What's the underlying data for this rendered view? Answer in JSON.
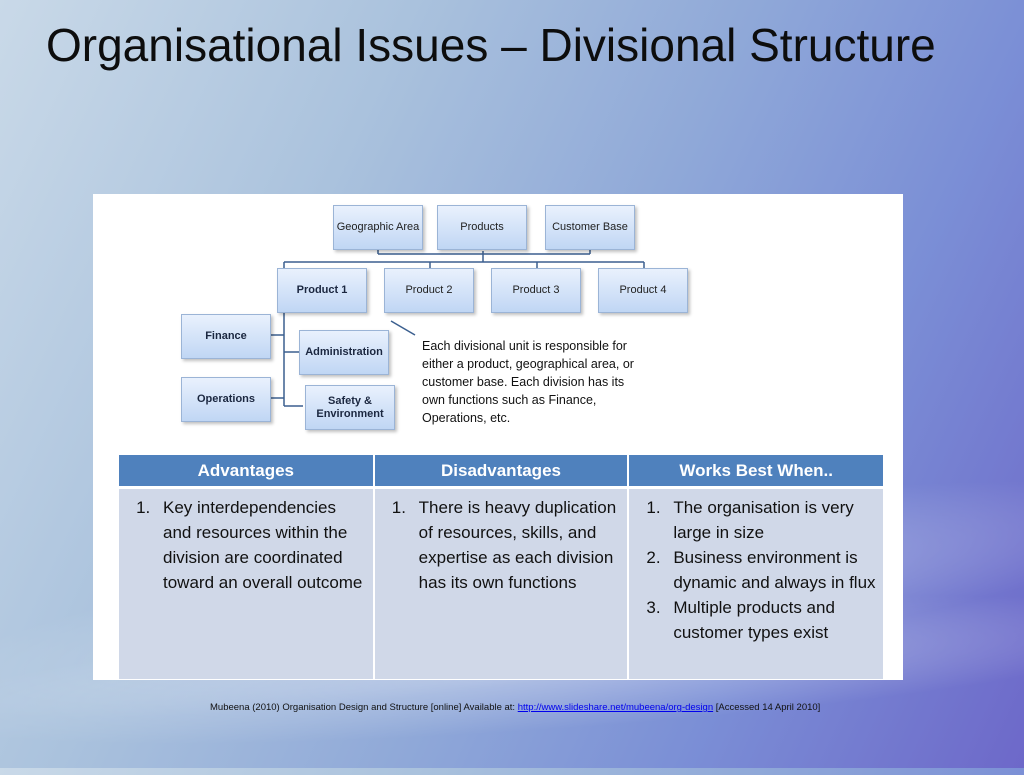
{
  "slide": {
    "title": "Organisational Issues – Divisional Structure"
  },
  "diagram": {
    "top_boxes": [
      "Geographic Area",
      "Products",
      "Customer Base"
    ],
    "product_boxes": [
      "Product 1",
      "Product 2",
      "Product 3",
      "Product 4"
    ],
    "function_boxes": [
      "Finance",
      "Operations"
    ],
    "sub_boxes": [
      "Administration",
      "Safety & Environment"
    ],
    "note": "Each divisional unit is responsible for either a product, geographical area, or customer base. Each division has its own functions such as Finance, Operations, etc."
  },
  "table": {
    "headers": [
      "Advantages",
      "Disadvantages",
      "Works Best When.."
    ],
    "columns": [
      [
        "Key interdependencies and resources within the division are coordinated toward an overall outcome"
      ],
      [
        "There is heavy duplication of resources, skills, and expertise as each division has its own functions"
      ],
      [
        "The organisation is very large in size",
        "Business environment is dynamic and always in flux",
        "Multiple products and customer types exist"
      ]
    ]
  },
  "citation": {
    "prefix": "Mubeena (2010) Organisation Design and Structure [online] Available at: ",
    "link": "http://www.slideshare.net/mubeena/org-design",
    "suffix": " [Accessed 14 April 2010]"
  },
  "colors": {
    "table_header": "#4f81bd",
    "table_body": "#d0d8e8",
    "box_fill": "#c0d6f4"
  }
}
